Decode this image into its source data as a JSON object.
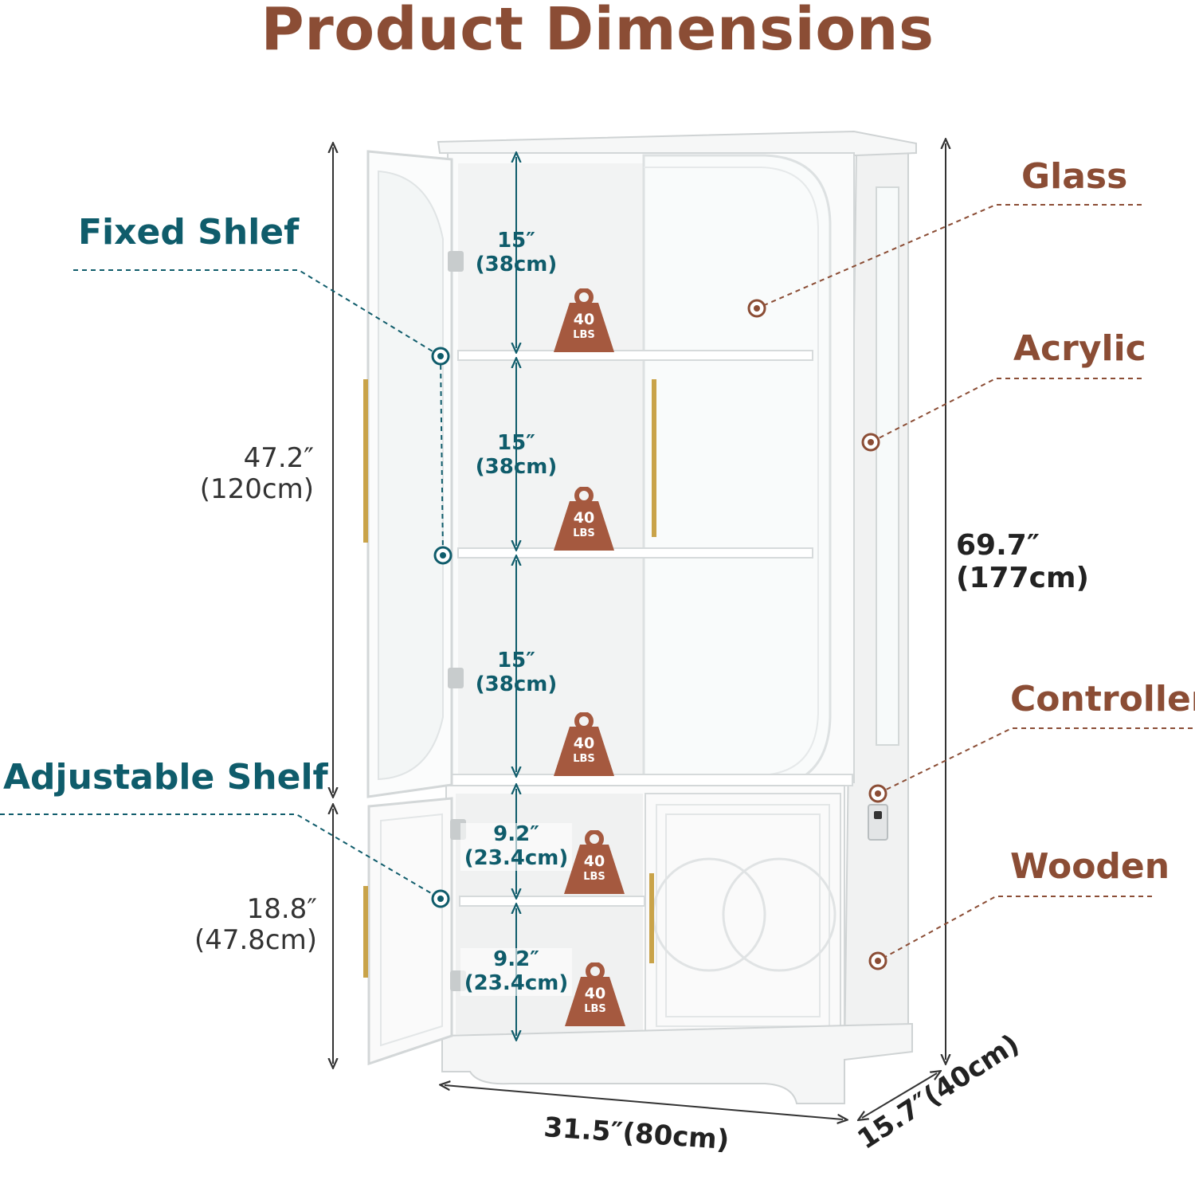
{
  "title": "Product Dimensions",
  "colors": {
    "brown": "#8b4d35",
    "teal": "#0f5c6b",
    "gold": "#c9a349",
    "weight": "#a5593f"
  },
  "callouts_left": {
    "fixed_shelf": "Fixed Shlef",
    "adjustable_shelf": "Adjustable Shelf"
  },
  "callouts_right": {
    "glass": "Glass",
    "acrylic": "Acrylic",
    "controller": "Controller",
    "wooden": "Wooden"
  },
  "shelf_gaps": [
    {
      "inch": "15″",
      "cm": "(38cm)"
    },
    {
      "inch": "15″",
      "cm": "(38cm)"
    },
    {
      "inch": "15″",
      "cm": "(38cm)"
    },
    {
      "inch": "9.2″",
      "cm": "(23.4cm)"
    },
    {
      "inch": "9.2″",
      "cm": "(23.4cm)"
    }
  ],
  "weight_capacity": {
    "value": "40",
    "unit": "LBS"
  },
  "dimensions": {
    "upper_height": {
      "inch": "47.2″",
      "cm": "(120cm)"
    },
    "lower_height": {
      "inch": "18.8″",
      "cm": "(47.8cm)"
    },
    "total_height": {
      "inch": "69.7″",
      "cm": "(177cm)"
    },
    "width": "31.5″(80cm)",
    "depth": "15.7″(40cm)"
  }
}
